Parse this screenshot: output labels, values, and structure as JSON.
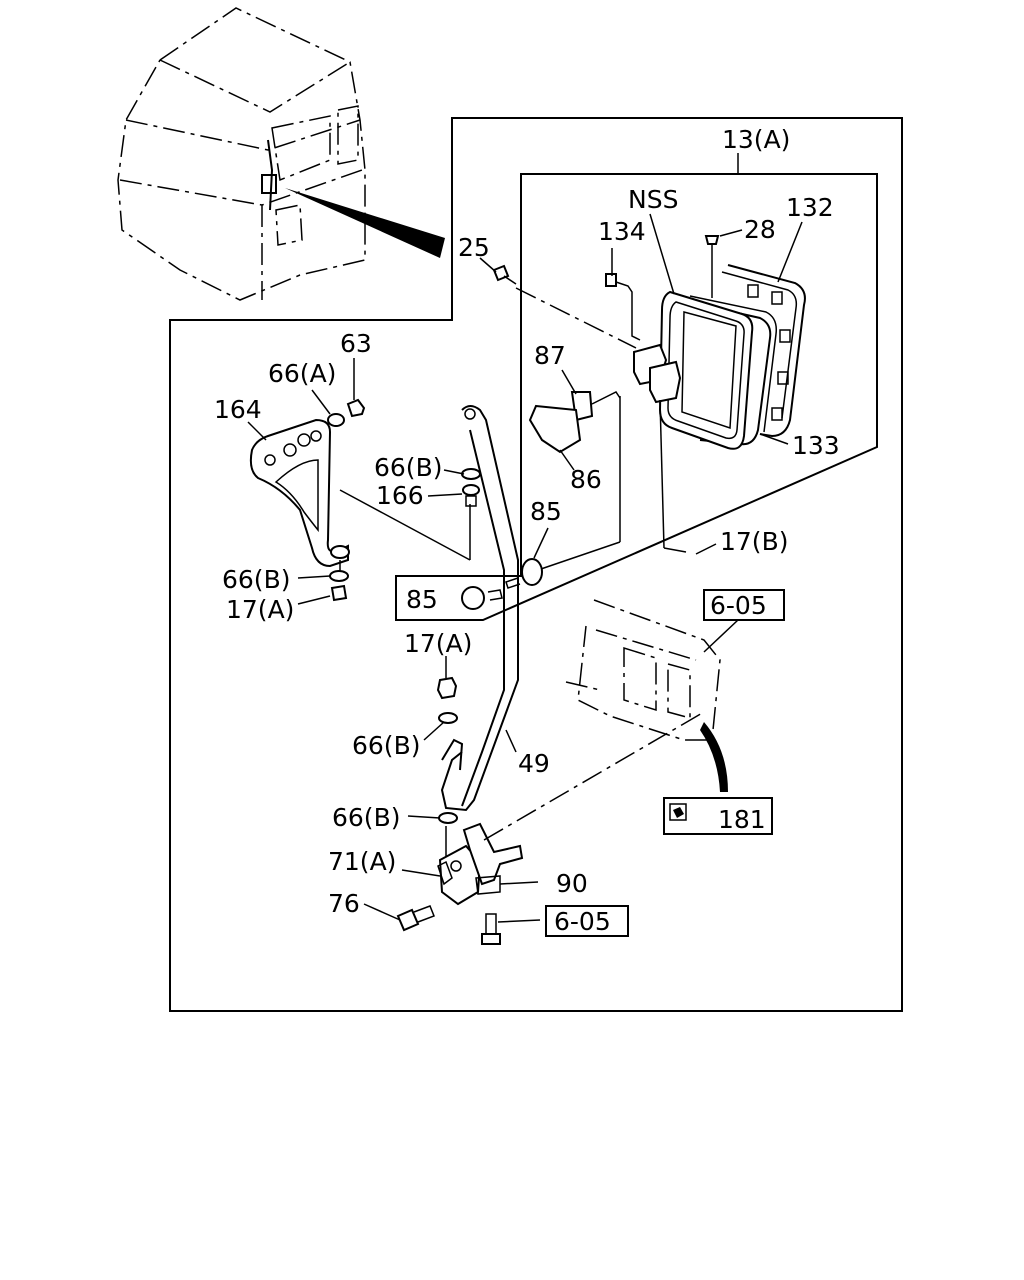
{
  "labels": {
    "l_13a": "13(A)",
    "l_nss": "NSS",
    "l_132": "132",
    "l_28": "28",
    "l_134": "134",
    "l_25": "25",
    "l_63": "63",
    "l_66a": "66(A)",
    "l_164": "164",
    "l_87": "87",
    "l_86": "86",
    "l_133": "133",
    "l_66b_1": "66(B)",
    "l_166": "166",
    "l_85_top": "85",
    "l_17b": "17(B)",
    "l_66b_2": "66(B)",
    "l_17a_1": "17(A)",
    "l_85_box": "85",
    "l_605_top": "6-05",
    "l_17a_2": "17(A)",
    "l_66b_3": "66(B)",
    "l_49": "49",
    "l_181": "181",
    "l_66b_4": "66(B)",
    "l_71a": "71(A)",
    "l_90": "90",
    "l_76": "76",
    "l_605_bot": "6-05"
  }
}
